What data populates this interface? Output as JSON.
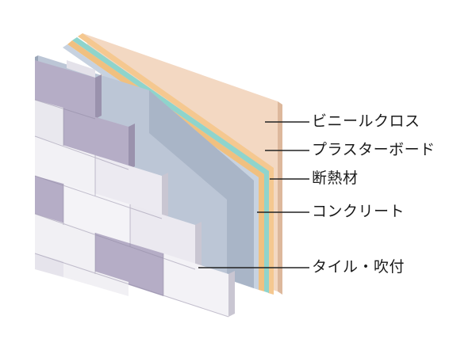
{
  "diagram": {
    "labels": [
      {
        "id": "vinyl_cloth",
        "text": "ビニールクロス"
      },
      {
        "id": "plasterboard",
        "text": "プラスターボード"
      },
      {
        "id": "insulation",
        "text": "断熱材"
      },
      {
        "id": "concrete",
        "text": "コンクリート"
      },
      {
        "id": "tile",
        "text": "タイル・吹付"
      }
    ],
    "colors": {
      "vinyl_cloth": "#f4dcc8",
      "plasterboard_face": "#7ccfc8",
      "insulation": "#f0c080",
      "concrete": "#b8c3d2",
      "tile_light": "#ecebf0",
      "tile_purple": "#b4acc4"
    }
  }
}
